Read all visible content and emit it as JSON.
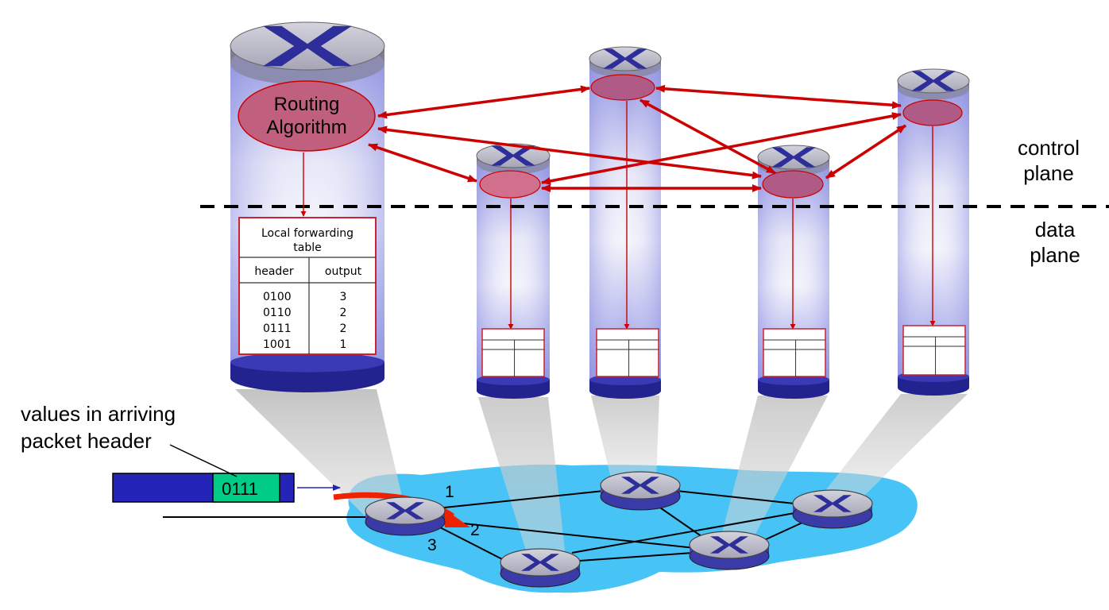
{
  "planes": {
    "control": [
      "control",
      "plane"
    ],
    "data": [
      "data",
      "plane"
    ]
  },
  "routing_algorithm": [
    "Routing",
    "Algorithm"
  ],
  "forwarding_table": {
    "title": [
      "Local forwarding",
      "table"
    ],
    "headers": [
      "header",
      "output"
    ],
    "rows": [
      [
        "0100",
        "3"
      ],
      [
        "0110",
        "2"
      ],
      [
        "0111",
        "2"
      ],
      [
        "1001",
        "1"
      ]
    ]
  },
  "packet": {
    "caption": [
      "values in arriving",
      "packet header"
    ],
    "header_value": "0111"
  },
  "ports": [
    "1",
    "2",
    "3"
  ],
  "colors": {
    "cylinder_body": "#8a8ee0",
    "cylinder_base": "#23238f",
    "cylinder_top": "#b9b9c9",
    "router_cross": "#2e2e9a",
    "control_arrows": "#cc0000",
    "control_ellipse": "#c0607e",
    "network_cloud": "#48c3f5",
    "packet_body": "#2424b8",
    "packet_header": "#00cc88",
    "forward_arrow": "#ee2200"
  }
}
